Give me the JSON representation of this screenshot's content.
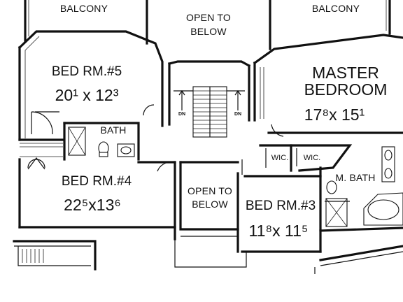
{
  "rooms": {
    "balcony_left": "BALCONY",
    "balcony_right": "BALCONY",
    "open_to_below_top_1": "OPEN TO",
    "open_to_below_top_2": "BELOW",
    "bed5_name": "BED RM.#5",
    "bed5_dims": "20¹ x 12³",
    "master_1": "MASTER",
    "master_2": "BEDROOM",
    "master_dims": "17⁸x 15¹",
    "bath": "BATH",
    "bed4_name": "BED RM.#4",
    "bed4_dims": "22⁵x13⁶",
    "open_to_below_mid_1": "OPEN TO",
    "open_to_below_mid_2": "BELOW",
    "bed3_name": "BED RM.#3",
    "bed3_dims": "11⁸x 11⁵",
    "wic_1": "WIC.",
    "wic_2": "WIC.",
    "m_bath": "M. BATH",
    "dn_left": "DN",
    "dn_right": "DN"
  }
}
